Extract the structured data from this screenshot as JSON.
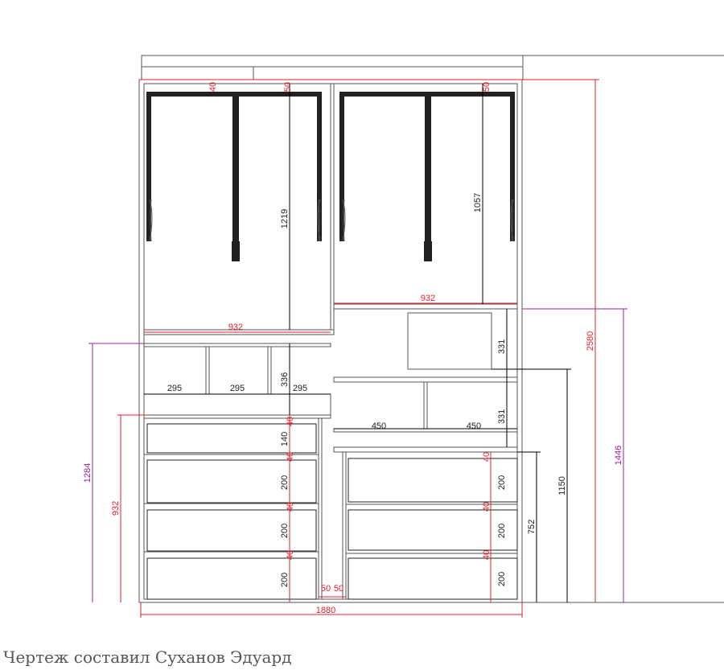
{
  "colors": {
    "dimension": "#e0202a",
    "height_dimension": "#a0209a",
    "structure": "#555555"
  },
  "dimensions": {
    "total_width": "1880",
    "total_height": "2580",
    "right_section_height": "1446",
    "left_section_height": "1284",
    "left_drawer_block_height": "932",
    "right_shelf_height": "1150",
    "right_drawer_block_height": "752",
    "left_hanging_height": "1219",
    "right_hanging_height": "1057",
    "left_section_width": "932",
    "right_section_width": "932",
    "top_gap_left": "40",
    "top_gap_mid": "50",
    "top_gap_right": "50",
    "left_cell_1": "295",
    "left_cell_2": "295",
    "left_cell_3": "295",
    "left_shelf_height": "336",
    "right_cell_1": "450",
    "right_cell_2": "450",
    "right_shelf_1": "331",
    "right_shelf_2": "331",
    "left_drawer_top": "140",
    "left_drawer_gap_1": "40",
    "left_drawer_gap_2": "40",
    "left_drawer_gap_3": "40",
    "left_drawer_gap_4": "40",
    "left_drawer_1": "200",
    "left_drawer_2": "200",
    "left_drawer_3": "200",
    "right_drawer_gap_1": "40",
    "right_drawer_gap_2": "40",
    "right_drawer_gap_3": "40",
    "right_drawer_1": "200",
    "right_drawer_2": "200",
    "right_drawer_3": "200",
    "middle_gap_left": "50",
    "middle_gap_right": "50"
  },
  "caption": "Чертеж составил Суханов Эдуард"
}
